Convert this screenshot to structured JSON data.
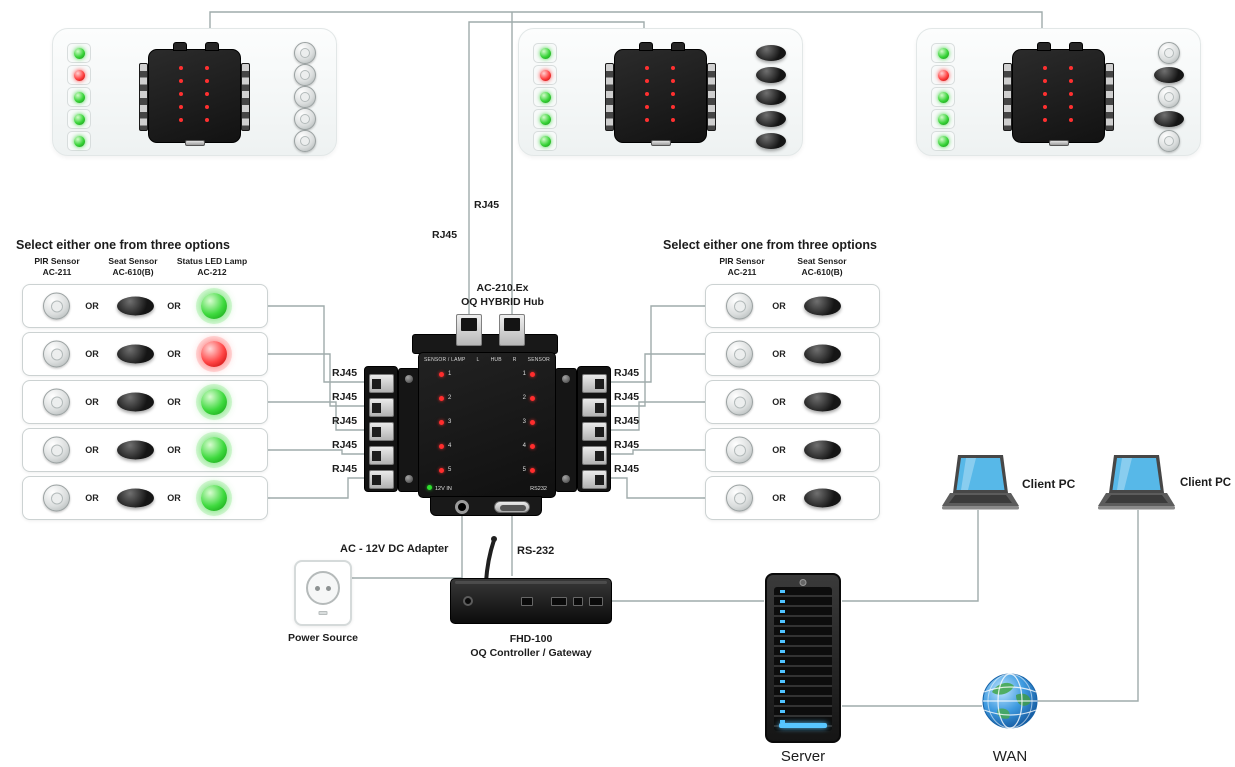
{
  "labels": {
    "rj45": "RJ45",
    "or": "OR",
    "select_option_header": "Select either one from three options",
    "hub_title_1": "AC-210.Ex",
    "hub_title_2": "OQ HYBRID Hub",
    "adapter_label": "AC - 12V DC Adapter",
    "power_source": "Power Source",
    "rs232_cable": "RS-232",
    "controller_1": "FHD-100",
    "controller_2": "OQ Controller / Gateway",
    "server": "Server",
    "wan": "WAN",
    "client_pc_1": "Client PC",
    "client_pc_2": "Client PC"
  },
  "sensor_columns": {
    "pir_1": "PIR Sensor",
    "pir_2": "AC-211",
    "seat_1": "Seat Sensor",
    "seat_2": "AC-610(B)",
    "lamp_1": "Status LED Lamp",
    "lamp_2": "AC-212"
  },
  "hub_device": {
    "panel_left_label": "SENSOR / LAMP",
    "panel_l": "L",
    "panel_hub": "HUB",
    "panel_r": "R",
    "panel_right_label": "SENSOR",
    "power_port": "12V IN",
    "serial_port": "RS232",
    "left_ports": [
      "1",
      "2",
      "3",
      "4",
      "5"
    ],
    "right_ports": [
      "1",
      "2",
      "3",
      "4",
      "5"
    ]
  },
  "left_options": {
    "rows": [
      {
        "lamp": "green"
      },
      {
        "lamp": "red"
      },
      {
        "lamp": "green"
      },
      {
        "lamp": "green"
      },
      {
        "lamp": "green"
      }
    ]
  },
  "top_panels": [
    {
      "leds": [
        "green",
        "red",
        "green",
        "green",
        "green"
      ],
      "sensors": [
        "dome",
        "dome",
        "dome",
        "dome",
        "dome"
      ]
    },
    {
      "leds": [
        "green",
        "red",
        "green",
        "green",
        "green"
      ],
      "sensors": [
        "seat",
        "seat",
        "seat",
        "seat",
        "seat"
      ]
    },
    {
      "leds": [
        "green",
        "red",
        "green",
        "green",
        "green"
      ],
      "sensors": [
        "dome",
        "seat",
        "dome",
        "seat",
        "dome"
      ]
    }
  ],
  "colors": {
    "led_green": "#35d435",
    "led_red": "#ff3b3b",
    "cable": "#9fabab",
    "server_led": "#4fc3ff",
    "screen_blue": "#57b8e8"
  }
}
